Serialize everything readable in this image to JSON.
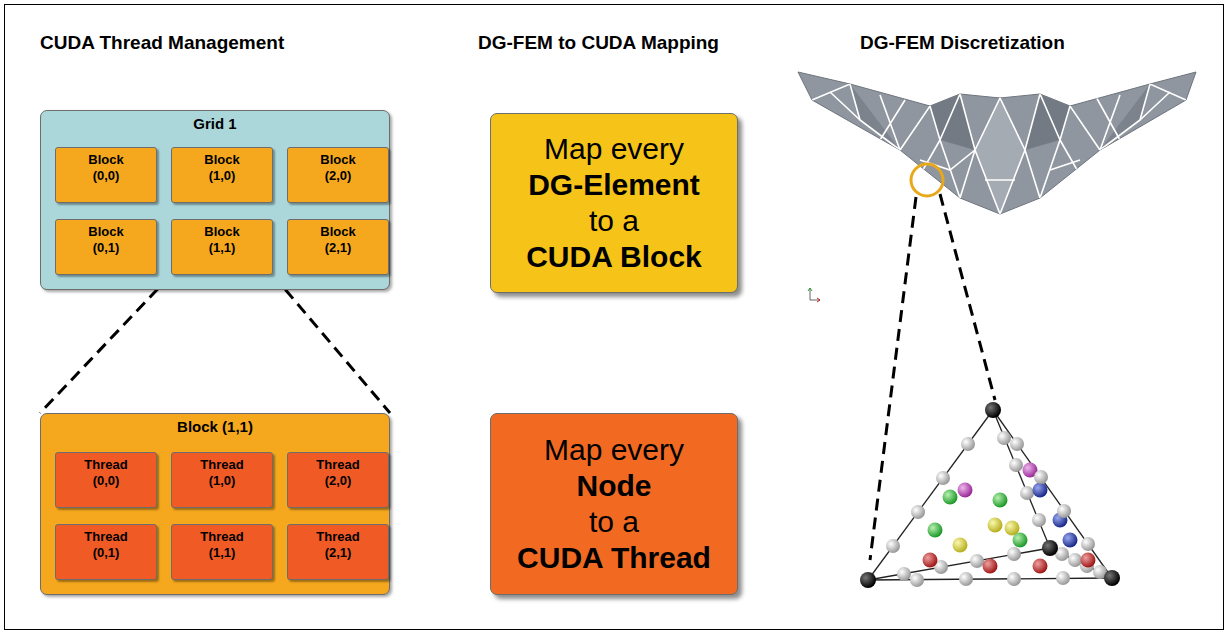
{
  "diagram": {
    "nodes": [
      {
        "text": [
          "Grid 1"
        ]
      },
      {
        "text": [
          "Block (0,0)"
        ],
        "in": 0
      },
      {
        "text": [
          "Block (1,0)"
        ],
        "in": 0
      },
      {
        "text": [
          "Block (2,0)"
        ],
        "in": 0
      },
      {
        "text": [
          "Block (0,1)"
        ],
        "in": 0
      },
      {
        "text": [
          "Block (1,1)"
        ],
        "in": 0
      },
      {
        "text": [
          "Block (2,1)"
        ],
        "in": 0
      },
      {
        "text": [
          "Map every",
          "DG-Element",
          "to a",
          "CUDA Block"
        ]
      },
      {
        "text": [
          "Block (1,1)"
        ]
      },
      {
        "text": [
          "Thread (0,0)"
        ],
        "in": 8
      },
      {
        "text": [
          "Thread (1,0)"
        ],
        "in": 8
      },
      {
        "text": [
          "Thread (2,0)"
        ],
        "in": 8
      },
      {
        "text": [
          "Thread (0,1)"
        ],
        "in": 8
      },
      {
        "text": [
          "Thread (1,1)"
        ],
        "in": 8
      },
      {
        "text": [
          "Thread (2,1)"
        ],
        "in": 8
      },
      {
        "text": [
          "Map every",
          "Node",
          "to a",
          "CUDA Thread"
        ]
      }
    ],
    "edges": [
      {
        "from": 5,
        "to": 8,
        "arrow": "none"
      }
    ],
    "labels": [
      "CUDA Thread Management",
      "DG-FEM to CUDA Mapping",
      "DG-FEM Discretization"
    ]
  }
}
